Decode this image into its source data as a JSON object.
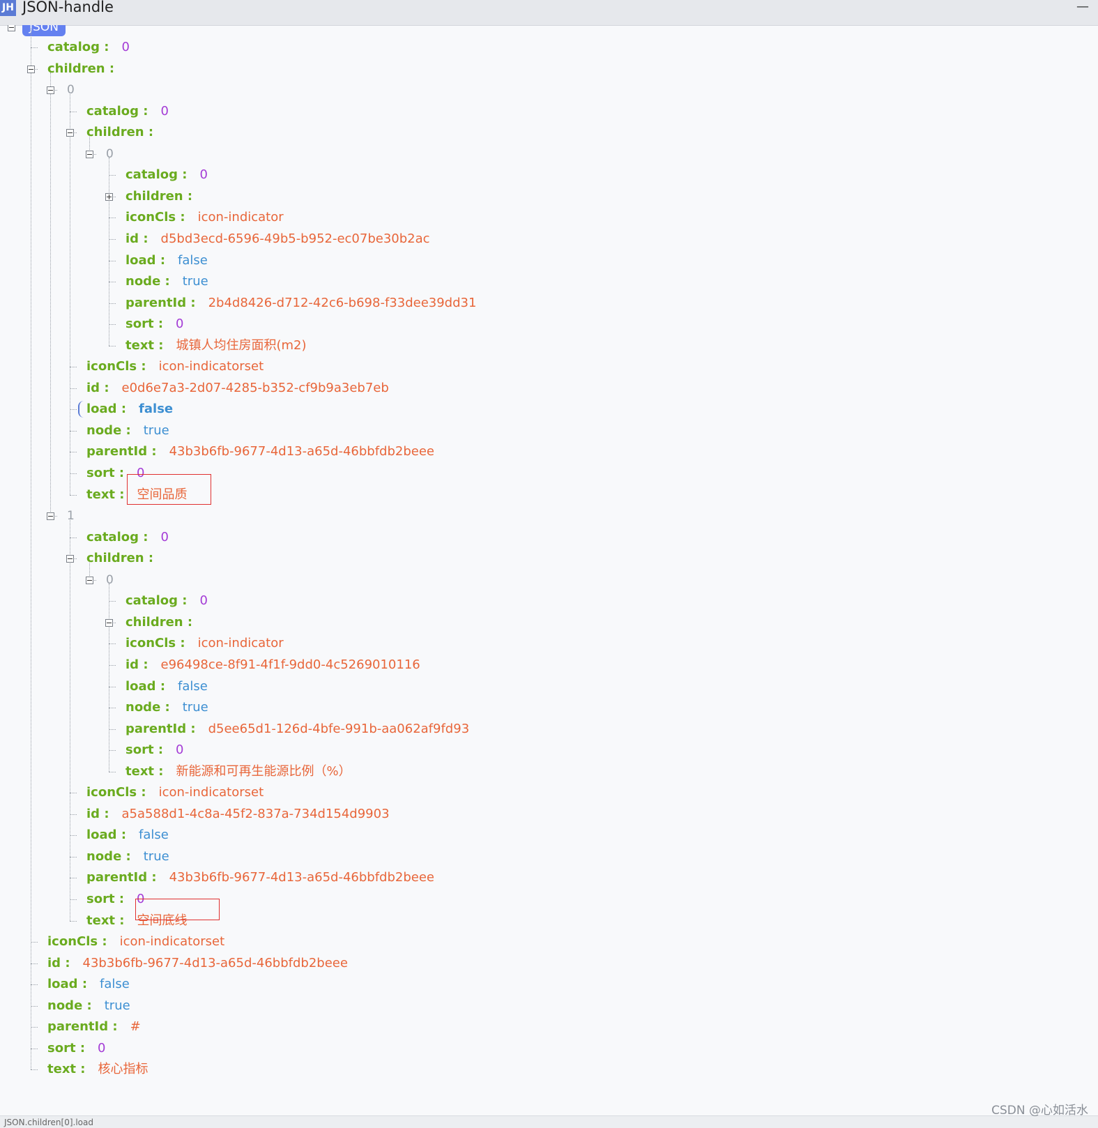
{
  "window": {
    "logo": "JH",
    "title": "JSON-handle",
    "minimize": "—"
  },
  "tree": {
    "root_label": "JSON",
    "rows": [
      {
        "d": 1,
        "k": "catalog",
        "v": "0",
        "t": "number"
      },
      {
        "d": 1,
        "k": "children",
        "tog": "open"
      },
      {
        "d": 2,
        "idx": "0",
        "tog": "open"
      },
      {
        "d": 3,
        "k": "catalog",
        "v": "0",
        "t": "number"
      },
      {
        "d": 3,
        "k": "children",
        "tog": "open"
      },
      {
        "d": 4,
        "idx": "0",
        "tog": "open"
      },
      {
        "d": 5,
        "k": "catalog",
        "v": "0",
        "t": "number"
      },
      {
        "d": 5,
        "k": "children",
        "tog": "closed"
      },
      {
        "d": 5,
        "k": "iconCls",
        "v": "icon-indicator",
        "t": "string"
      },
      {
        "d": 5,
        "k": "id",
        "v": "d5bd3ecd-6596-49b5-b952-ec07be30b2ac",
        "t": "string"
      },
      {
        "d": 5,
        "k": "load",
        "v": "false",
        "t": "bool"
      },
      {
        "d": 5,
        "k": "node",
        "v": "true",
        "t": "bool"
      },
      {
        "d": 5,
        "k": "parentId",
        "v": "2b4d8426-d712-42c6-b698-f33dee39dd31",
        "t": "string"
      },
      {
        "d": 5,
        "k": "sort",
        "v": "0",
        "t": "number"
      },
      {
        "d": 5,
        "k": "text",
        "v": "城镇人均住房面积(m2)",
        "t": "string"
      },
      {
        "d": 3,
        "k": "iconCls",
        "v": "icon-indicatorset",
        "t": "string"
      },
      {
        "d": 3,
        "k": "id",
        "v": "e0d6e7a3-2d07-4285-b352-cf9b9a3eb7eb",
        "t": "string"
      },
      {
        "d": 3,
        "k": "load",
        "v": "false",
        "t": "bool",
        "bold": true,
        "cursor": true
      },
      {
        "d": 3,
        "k": "node",
        "v": "true",
        "t": "bool"
      },
      {
        "d": 3,
        "k": "parentId",
        "v": "43b3b6fb-9677-4d13-a65d-46bbfdb2beee",
        "t": "string"
      },
      {
        "d": 3,
        "k": "sort",
        "v": "0",
        "t": "number"
      },
      {
        "d": 3,
        "k": "text",
        "v": "空间品质",
        "t": "string",
        "box": "big"
      },
      {
        "d": 2,
        "idx": "1",
        "tog": "open"
      },
      {
        "d": 3,
        "k": "catalog",
        "v": "0",
        "t": "number"
      },
      {
        "d": 3,
        "k": "children",
        "tog": "open"
      },
      {
        "d": 4,
        "idx": "0",
        "tog": "open"
      },
      {
        "d": 5,
        "k": "catalog",
        "v": "0",
        "t": "number"
      },
      {
        "d": 5,
        "k": "children",
        "tog": "open"
      },
      {
        "d": 5,
        "k": "iconCls",
        "v": "icon-indicator",
        "t": "string"
      },
      {
        "d": 5,
        "k": "id",
        "v": "e96498ce-8f91-4f1f-9dd0-4c5269010116",
        "t": "string"
      },
      {
        "d": 5,
        "k": "load",
        "v": "false",
        "t": "bool"
      },
      {
        "d": 5,
        "k": "node",
        "v": "true",
        "t": "bool"
      },
      {
        "d": 5,
        "k": "parentId",
        "v": "d5ee65d1-126d-4bfe-991b-aa062af9fd93",
        "t": "string"
      },
      {
        "d": 5,
        "k": "sort",
        "v": "0",
        "t": "number"
      },
      {
        "d": 5,
        "k": "text",
        "v": "新能源和可再生能源比例（%）",
        "t": "string"
      },
      {
        "d": 3,
        "k": "iconCls",
        "v": "icon-indicatorset",
        "t": "string"
      },
      {
        "d": 3,
        "k": "id",
        "v": "a5a588d1-4c8a-45f2-837a-734d154d9903",
        "t": "string"
      },
      {
        "d": 3,
        "k": "load",
        "v": "false",
        "t": "bool"
      },
      {
        "d": 3,
        "k": "node",
        "v": "true",
        "t": "bool"
      },
      {
        "d": 3,
        "k": "parentId",
        "v": "43b3b6fb-9677-4d13-a65d-46bbfdb2beee",
        "t": "string"
      },
      {
        "d": 3,
        "k": "sort",
        "v": "0",
        "t": "number"
      },
      {
        "d": 3,
        "k": "text",
        "v": "空间底线",
        "t": "string",
        "box": "small"
      },
      {
        "d": 1,
        "k": "iconCls",
        "v": "icon-indicatorset",
        "t": "string"
      },
      {
        "d": 1,
        "k": "id",
        "v": "43b3b6fb-9677-4d13-a65d-46bbfdb2beee",
        "t": "string"
      },
      {
        "d": 1,
        "k": "load",
        "v": "false",
        "t": "bool"
      },
      {
        "d": 1,
        "k": "node",
        "v": "true",
        "t": "bool"
      },
      {
        "d": 1,
        "k": "parentId",
        "v": "#",
        "t": "string"
      },
      {
        "d": 1,
        "k": "sort",
        "v": "0",
        "t": "number"
      },
      {
        "d": 1,
        "k": "text",
        "v": "核心指标",
        "t": "string"
      }
    ]
  },
  "statusbar": {
    "text": "JSON.children[0].load"
  },
  "watermark": "CSDN @心如活水",
  "colors": {
    "key": "#6aab1f",
    "number": "#a43cd6",
    "string": "#e8663a",
    "bool": "#3d8fd2",
    "badge": "#6481f0",
    "highlight_box": "#e03030"
  },
  "icons": {
    "expanded": "minus-toggle-icon",
    "collapsed": "plus-toggle-icon"
  }
}
